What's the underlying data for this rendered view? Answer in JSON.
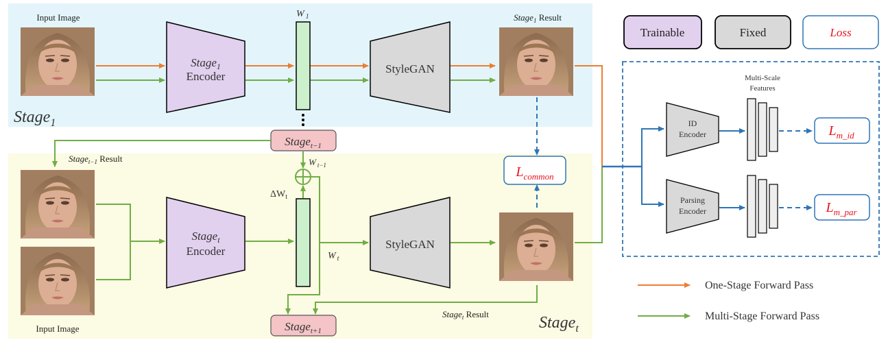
{
  "stage1": {
    "input_label": "Input Image",
    "encoder_name": "Stage",
    "encoder_sub": "1",
    "encoder_label": "Encoder",
    "w_label": "W",
    "w_sub": "1",
    "generator": "StyleGAN",
    "result_name": "Stage",
    "result_sub": "1",
    "result_suffix": " Result",
    "region_name": "Stage",
    "region_sub": "1"
  },
  "stage_prev": {
    "box_name": "Stage",
    "box_sub": "t−1",
    "result_name": "Stage",
    "result_sub": "t−1",
    "result_suffix": " Result"
  },
  "stage_t": {
    "input_label": "Input Image",
    "encoder_name": "Stage",
    "encoder_sub": "t",
    "encoder_label": "Encoder",
    "w_prev_label": "W",
    "w_prev_sub": "t−1",
    "delta_label": "ΔW",
    "delta_sub": "t",
    "w_label": "W",
    "w_sub": "t",
    "generator": "StyleGAN",
    "result_name": "Stage",
    "result_sub": "t",
    "result_suffix": " Result",
    "region_name": "Stage",
    "region_sub": "t",
    "next_name": "Stage",
    "next_sub": "t+1"
  },
  "losses": {
    "common_name": "L",
    "common_sub": "common",
    "id_name": "L",
    "id_sub": "m_id",
    "par_name": "L",
    "par_sub": "m_par"
  },
  "legend": {
    "trainable": "Trainable",
    "fixed": "Fixed",
    "loss": "Loss",
    "one_stage": "One-Stage Forward Pass",
    "multi_stage": "Multi-Stage Forward Pass"
  },
  "features": {
    "title_line1": "Multi-Scale",
    "title_line2": "Features",
    "id_line1": "ID",
    "id_line2": "Encoder",
    "par_line1": "Parsing",
    "par_line2": "Encoder"
  },
  "colors": {
    "trainable": "#e2d0ef",
    "fixed": "#d9d9d9",
    "loss": "#e8121c",
    "one_stage": "#ed7d31",
    "multi_stage": "#70ad47",
    "feature_path": "#2e75b6",
    "stage1_bg": "#e3f5fb",
    "staget_bg": "#fcfbe3",
    "stage_box": "#f5c4c6",
    "w_bar": "#ccf0cc"
  }
}
